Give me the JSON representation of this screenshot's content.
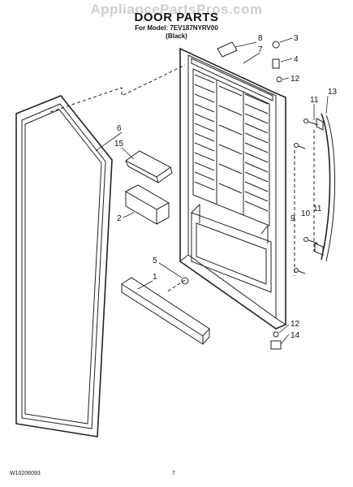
{
  "header": {
    "watermark": "AppliancePartsPros.com",
    "title": "DOOR PARTS",
    "model_line": "For Model: 7EV187NYRV00",
    "color_line": "(Black)"
  },
  "callouts": [
    "8",
    "3",
    "7",
    "4",
    "12",
    "13",
    "11",
    "6",
    "15",
    "2",
    "9",
    "10",
    "11",
    "5",
    "1",
    "12",
    "14"
  ],
  "footer": {
    "doc_number": "W10206093",
    "page_number": "7"
  }
}
